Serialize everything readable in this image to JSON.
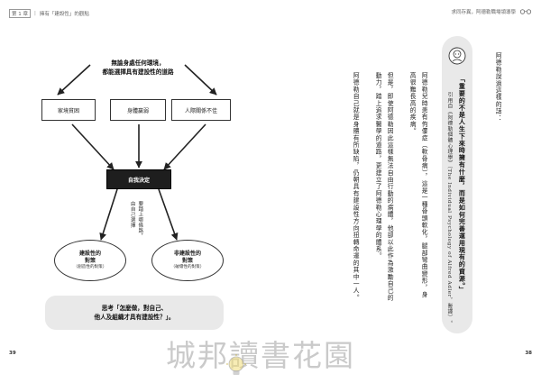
{
  "header": {
    "left": {
      "chapter": "第 1 章",
      "title": "擁有「建設性」的觀點"
    },
    "right": {
      "title": "求同存異，阿德勒職場領導學",
      "icon": "glasses-icon"
    }
  },
  "diagram": {
    "goal_line1": "無論身處任何環境，",
    "goal_line2": "都能選擇具有建設性的道路",
    "boxes": [
      "家境貧困",
      "身體羸弱",
      "人際關係不佳"
    ],
    "decision": "自我決定",
    "note_col1": "要踏上哪條路，",
    "note_col2": "由自己選擇",
    "options": [
      {
        "l1": "建設性的",
        "l2": "對策",
        "l3": "（創造性的對策）"
      },
      {
        "l1": "非建設性的",
        "l2": "對策",
        "l3": "（破壞性的對策）"
      }
    ],
    "think_line1": "思考「怎麼做，對自己、",
    "think_line2": "他人及組織才具有建設性？」。",
    "arrow_color": "#222222",
    "think_bg": "#e9e9e9"
  },
  "right_page": {
    "intro": "阿德勒說過這樣的話：",
    "quote_col1": "「重要的不是人生下來時擁有什麼，而是如何完善運用現有的資源。」",
    "citation": "引用自《阿德勒個體心理學》（The Individual Psychology of Alfred Adler，暫譯）。",
    "paragraphs": [
      "阿德勒兒時患有佝僂症（軟骨病），這是一種骨頭軟化，腿部彎曲變形，身",
      "高很難長高的疾病。",
      "但是，即使阿德勒因此這樣無法自由行動的病體，他卻以此作為激勵自己的",
      "動力，踏上追求醫學的道路，更建立了阿德勒心理學的體系。",
      "阿德勒自己就是身體有所缺陷，仍朝具有建設性方向扭轉命運的其中一人。"
    ]
  },
  "page_numbers": {
    "left": "39",
    "right": "38"
  },
  "watermark": "城邦讀書花園"
}
